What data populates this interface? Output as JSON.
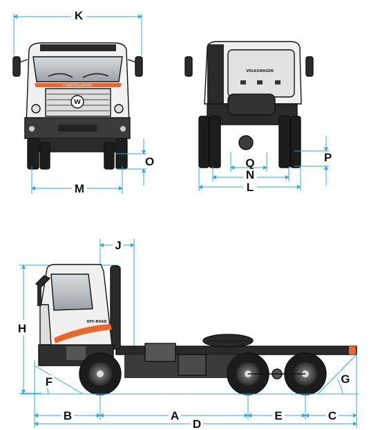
{
  "labels": {
    "K": "K",
    "M": "M",
    "O": "O",
    "N": "N",
    "Q": "Q",
    "L": "L",
    "P": "P",
    "J": "J",
    "H": "H",
    "F": "F",
    "G": "G",
    "B": "B",
    "A": "A",
    "E": "E",
    "C": "C",
    "D": "D"
  },
  "truck_text": {
    "grille_badge": "CONSTELLATION",
    "rear_panel": "VOLKSWAGEN",
    "side_decal": "OFF-ROAD"
  },
  "colors": {
    "dimension_line": "#33a6dd",
    "accent": "#e9662c",
    "cab": "#f2f2f2",
    "chassis": "#2a2a2a"
  }
}
